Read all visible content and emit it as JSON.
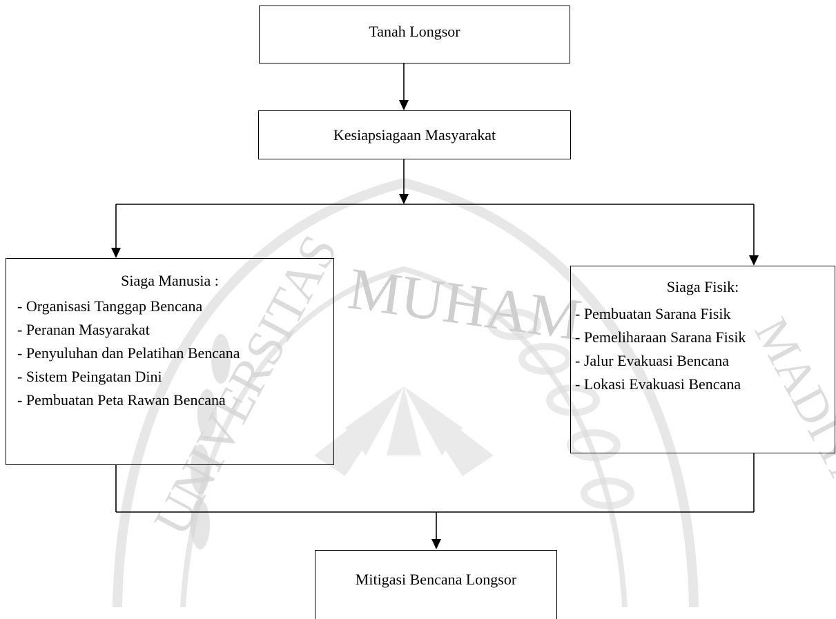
{
  "nodes": {
    "tanah_longsor": "Tanah Longsor",
    "kesiapsiagaan": "Kesiapsiagaan Masyarakat",
    "siaga_manusia": {
      "title": "Siaga Manusia :",
      "items": [
        "- Organisasi Tanggap Bencana",
        "- Peranan Masyarakat",
        "- Penyuluhan dan Pelatihan Bencana",
        "- Sistem Peingatan Dini",
        "- Pembuatan Peta Rawan Bencana"
      ]
    },
    "siaga_fisik": {
      "title": "Siaga Fisik:",
      "items": [
        "- Pembuatan Sarana Fisik",
        "- Pemeliharaan Sarana Fisik",
        "- Jalur Evakuasi Bencana",
        "- Lokasi Evakuasi Bencana"
      ]
    },
    "mitigasi": "Mitigasi Bencana Longsor"
  },
  "watermark": {
    "text_top": "MUHAM",
    "text_left_arc": "UNIVERSITAS",
    "text_right_arc": "MADIYAH",
    "color": "#c9c9c9"
  },
  "colors": {
    "line": "#000000",
    "text": "#000000",
    "background": "#ffffff"
  }
}
